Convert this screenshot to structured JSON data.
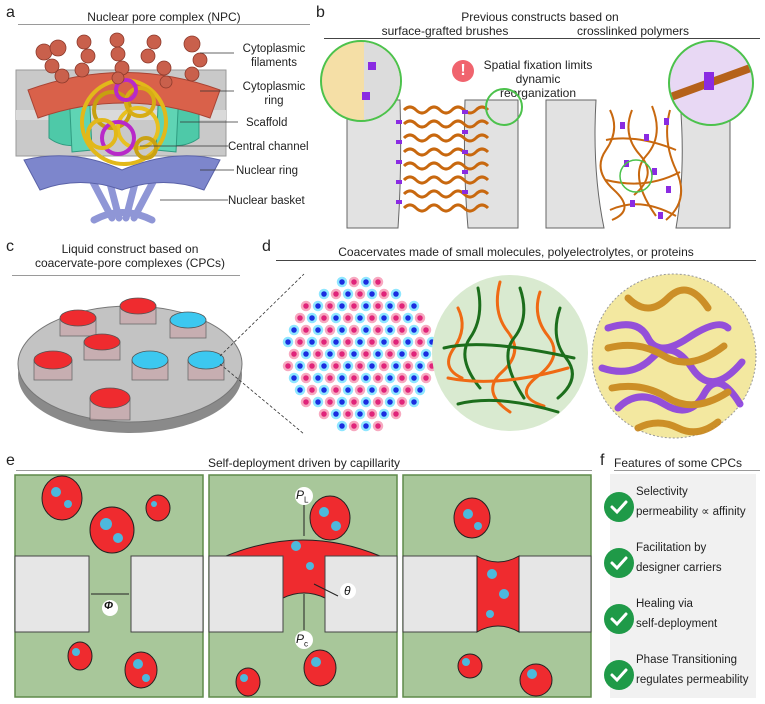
{
  "panels": {
    "a": {
      "letter": "a",
      "title": "Nuclear pore complex (NPC)",
      "labels": [
        "Cytoplasmic filaments",
        "Cytoplasmic ring",
        "Scaffold",
        "Central channel",
        "Nuclear ring",
        "Nuclear basket"
      ],
      "label_lines": [
        [
          "Cytoplasmic",
          "filaments"
        ],
        [
          "Cytoplasmic",
          "ring"
        ],
        [
          "Scaffold"
        ],
        [
          "Central channel"
        ],
        [
          "Nuclear ring"
        ],
        [
          "Nuclear basket"
        ]
      ]
    },
    "b": {
      "letter": "b",
      "title": "Previous constructs based on",
      "sub_left": "surface-grafted brushes",
      "sub_right": "crosslinked polymers",
      "warning_line1": "Spatial fixation limits",
      "warning_line2": "dynamic reorganization",
      "warning_icon": "exclamation-icon"
    },
    "c": {
      "letter": "c",
      "title_line1": "Liquid construct based on",
      "title_line2": "coacervate-pore complexes (CPCs)"
    },
    "d": {
      "letter": "d",
      "title": "Coacervates made of small molecules, polyelectrolytes, or proteins"
    },
    "e": {
      "letter": "e",
      "title": "Self-deployment driven by capillarity",
      "symbol_phi": "Φ",
      "symbol_theta": "θ",
      "symbol_PL": "P",
      "symbol_PL_sub": "L",
      "symbol_Pc": "P",
      "symbol_Pc_sub": "c"
    },
    "f": {
      "letter": "f",
      "title": "Features of some CPCs",
      "features": [
        {
          "line1": "Selectivity",
          "line2": "permeability ∝ affinity",
          "icon": "check-icon"
        },
        {
          "line1": "Facilitation by",
          "line2": "designer carriers",
          "icon": "check-icon"
        },
        {
          "line1": "Healing via",
          "line2": "self-deployment",
          "icon": "check-icon"
        },
        {
          "line1": "Phase Transitioning",
          "line2": "regulates permeability",
          "icon": "check-icon"
        }
      ]
    }
  },
  "colors": {
    "coacervate_red": "#f0282d",
    "coacervate_cyan": "#3cc8f0",
    "fluid_green": "#a8c79a",
    "frame_green": "#5f8a4a",
    "solid_gray": "#e4e4e4",
    "check_green": "#1f9a48",
    "warning_red": "#f0646e",
    "brush_orange": "#c8680f",
    "crosslink_purple": "#8a2be2",
    "feature_bg": "#f1f1f1"
  }
}
